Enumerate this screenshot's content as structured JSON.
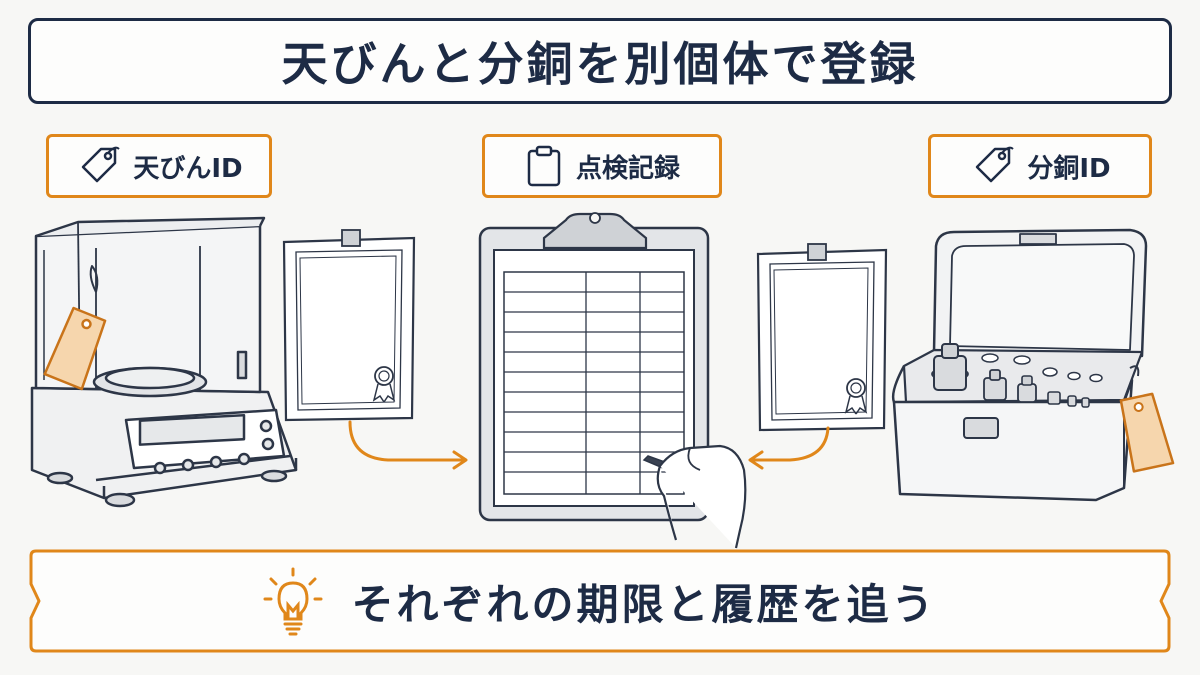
{
  "title": "天びんと分銅を別個体で登録",
  "labels": {
    "balance_id": "天びんID",
    "inspection_record": "点検記録",
    "weight_id": "分銅ID"
  },
  "footer": {
    "message": "それぞれの期限と履歴を追う"
  },
  "icons": {
    "balance_label": "tag-icon",
    "record_label": "clipboard-icon",
    "weight_label": "tag-icon",
    "footer": "lightbulb-icon"
  },
  "colors": {
    "navy": "#1d2b45",
    "orange": "#e0871a",
    "background": "#f7f7f5"
  }
}
